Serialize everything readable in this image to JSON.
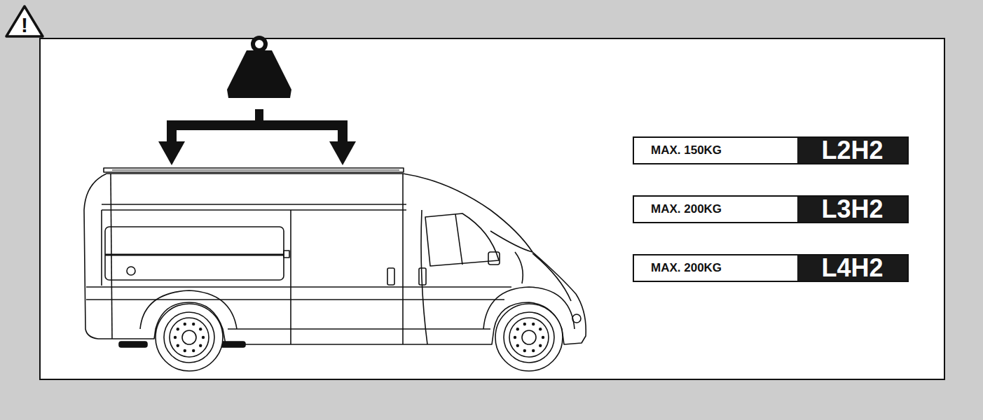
{
  "diagram": {
    "nodes": [
      {
        "text": [
          "MAX. 150KG",
          "L2H2"
        ]
      },
      {
        "text": [
          "MAX. 200KG",
          "L3H2"
        ]
      },
      {
        "text": [
          "MAX. 200KG",
          "L4H2"
        ]
      }
    ],
    "labels": [
      "!"
    ]
  }
}
